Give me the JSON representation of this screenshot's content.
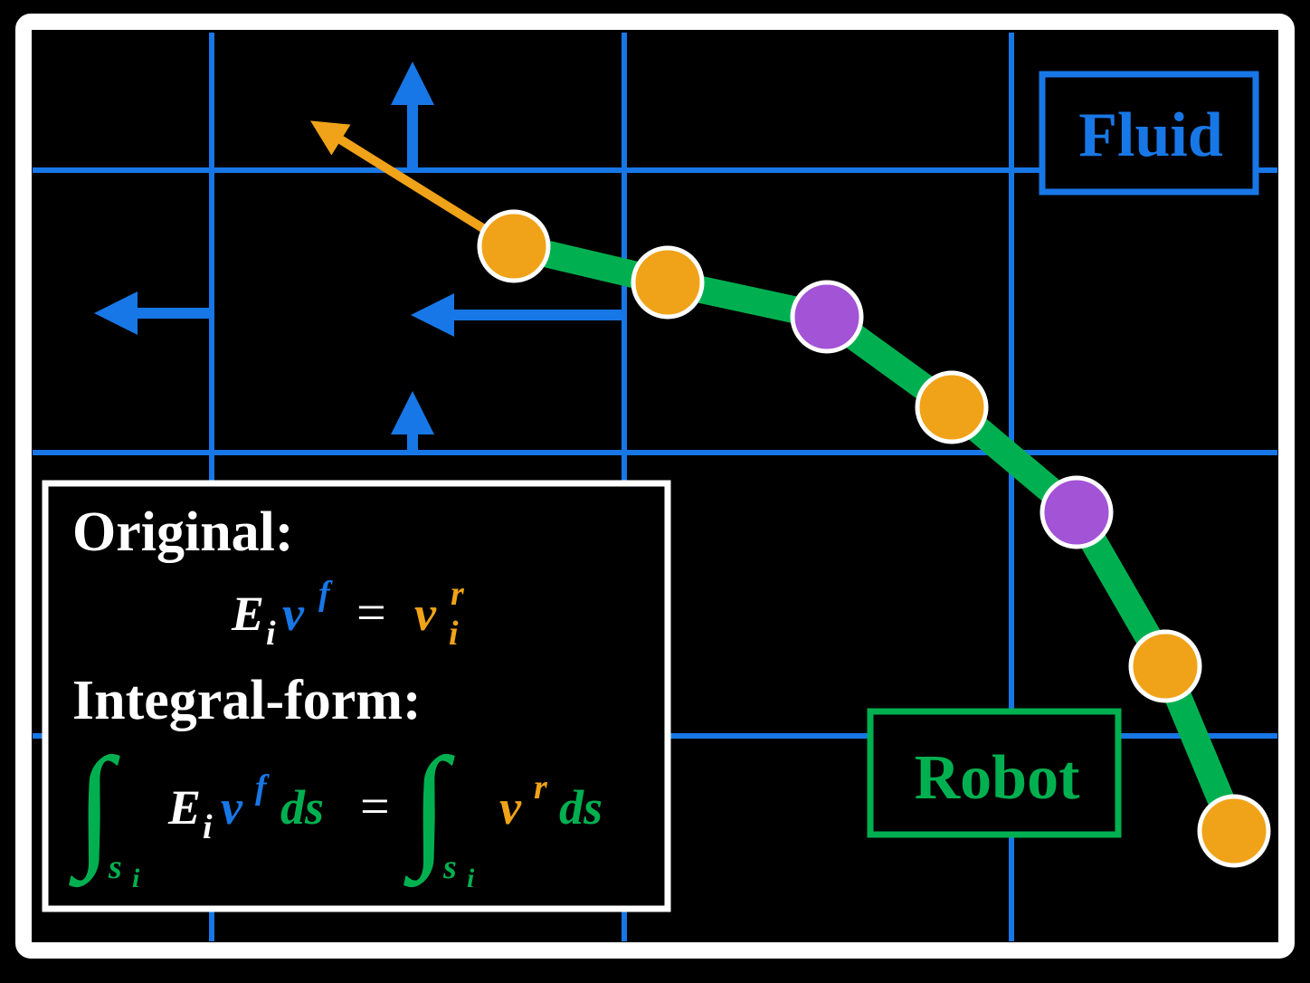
{
  "colors": {
    "background": "#000000",
    "frame": "#ffffff",
    "fluid": "#1877e6",
    "robot": "#00b050",
    "node_orange": "#f0a318",
    "node_purple": "#a353d6",
    "text_white": "#ffffff"
  },
  "labels": {
    "fluid": "Fluid",
    "robot": "Robot"
  },
  "equations": {
    "original_heading": "Original:",
    "integral_heading": "Integral-form:",
    "E": "E",
    "i": "i",
    "v": "v",
    "f": "f",
    "r": "r",
    "equals": "=",
    "ds": "ds",
    "integral_sign": "∫",
    "s": "s"
  },
  "robot_nodes": [
    {
      "type": "orange"
    },
    {
      "type": "orange"
    },
    {
      "type": "purple"
    },
    {
      "type": "orange"
    },
    {
      "type": "purple"
    },
    {
      "type": "orange"
    },
    {
      "type": "orange"
    }
  ],
  "icons": {
    "velocity_arrow": "arrow-icon"
  }
}
